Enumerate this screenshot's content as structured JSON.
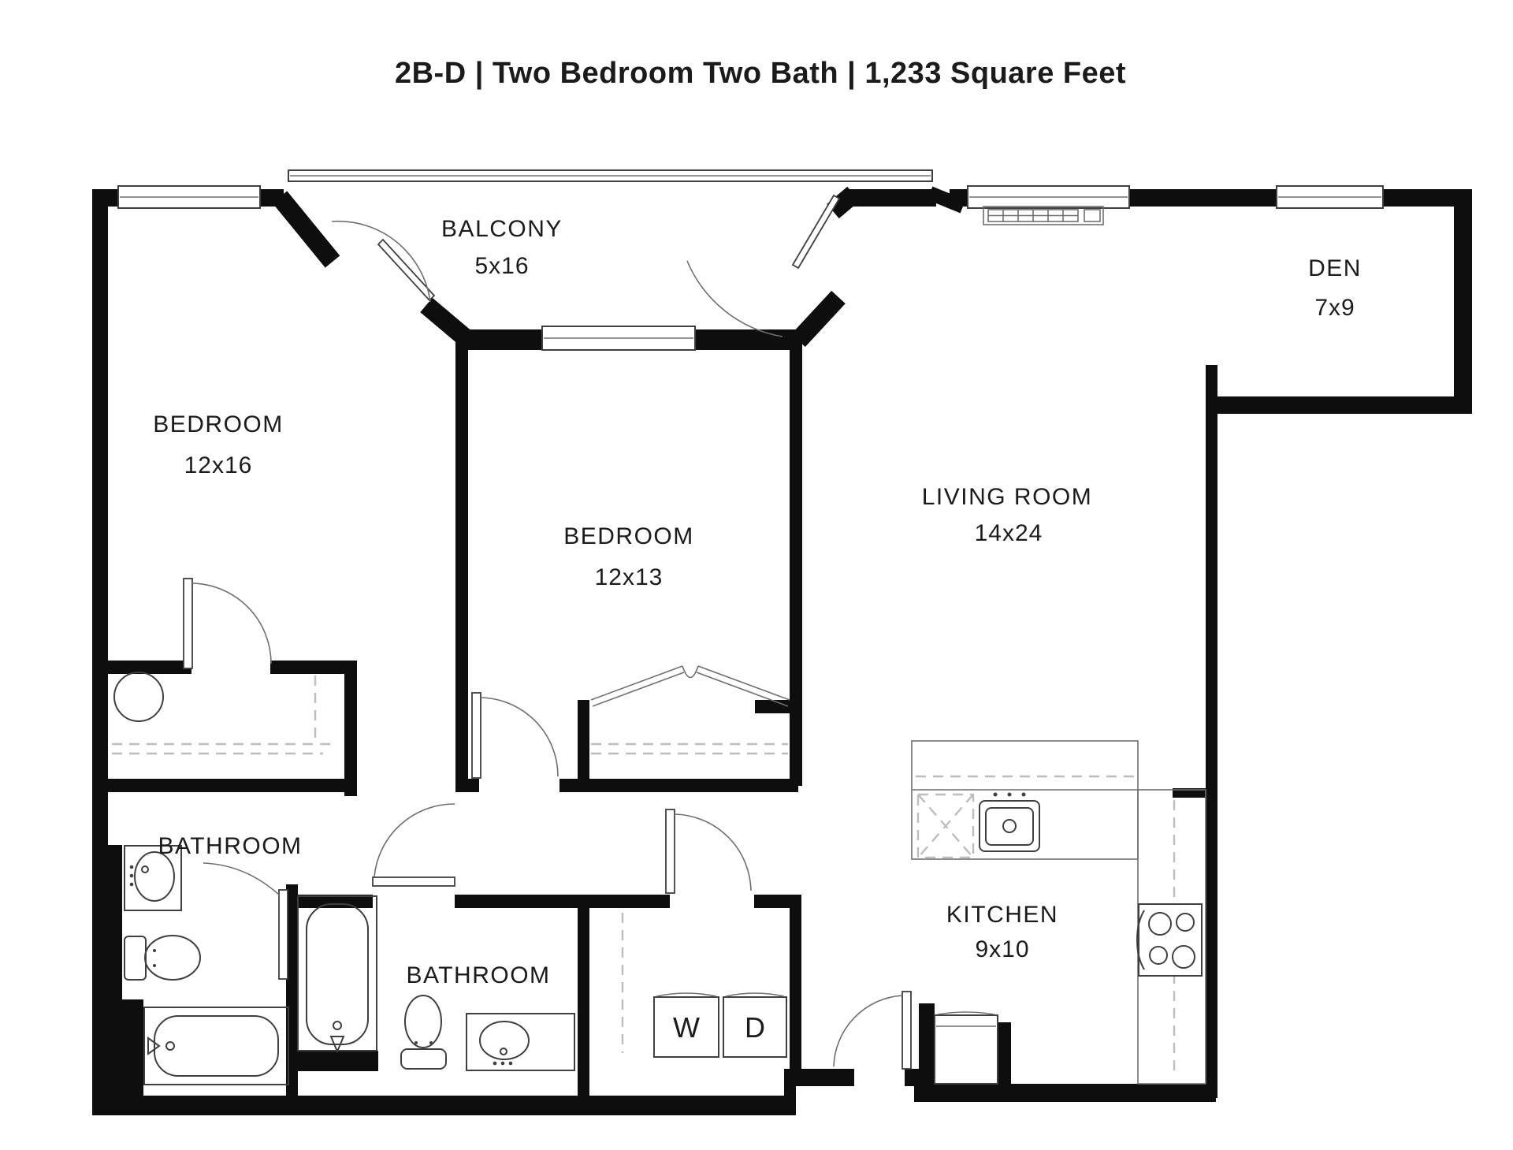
{
  "title": {
    "text": "2B-D | Two Bedroom Two Bath | 1,233 Square Feet"
  },
  "rooms": {
    "balcony": {
      "name": "BALCONY",
      "dims": "5x16"
    },
    "den": {
      "name": "DEN",
      "dims": "7x9"
    },
    "bedroom1": {
      "name": "BEDROOM",
      "dims": "12x16"
    },
    "bedroom2": {
      "name": "BEDROOM",
      "dims": "12x13"
    },
    "living_room": {
      "name": "LIVING ROOM",
      "dims": "14x24"
    },
    "bathroom1": {
      "name": "BATHROOM"
    },
    "bathroom2": {
      "name": "BATHROOM"
    },
    "kitchen": {
      "name": "KITCHEN",
      "dims": "9x10"
    }
  },
  "laundry": {
    "washer": "W",
    "dryer": "D"
  },
  "fixtures": [
    "balcony-railing",
    "windows",
    "bathtub-1",
    "toilet-1",
    "sink-vanity-1",
    "bathtub-2",
    "toilet-2",
    "sink-vanity-2",
    "washer",
    "dryer",
    "kitchen-sink",
    "dishwasher",
    "stove",
    "refrigerator",
    "water-heater",
    "hvac-unit",
    "closet-shelving",
    "doors"
  ],
  "colors": {
    "bg": "#ffffff",
    "wall": "#0e0e0e",
    "line": "#3f3f3f",
    "thin": "#6f6f6f",
    "dash": "#bdbdbd",
    "ink": "#1b1b1b"
  }
}
